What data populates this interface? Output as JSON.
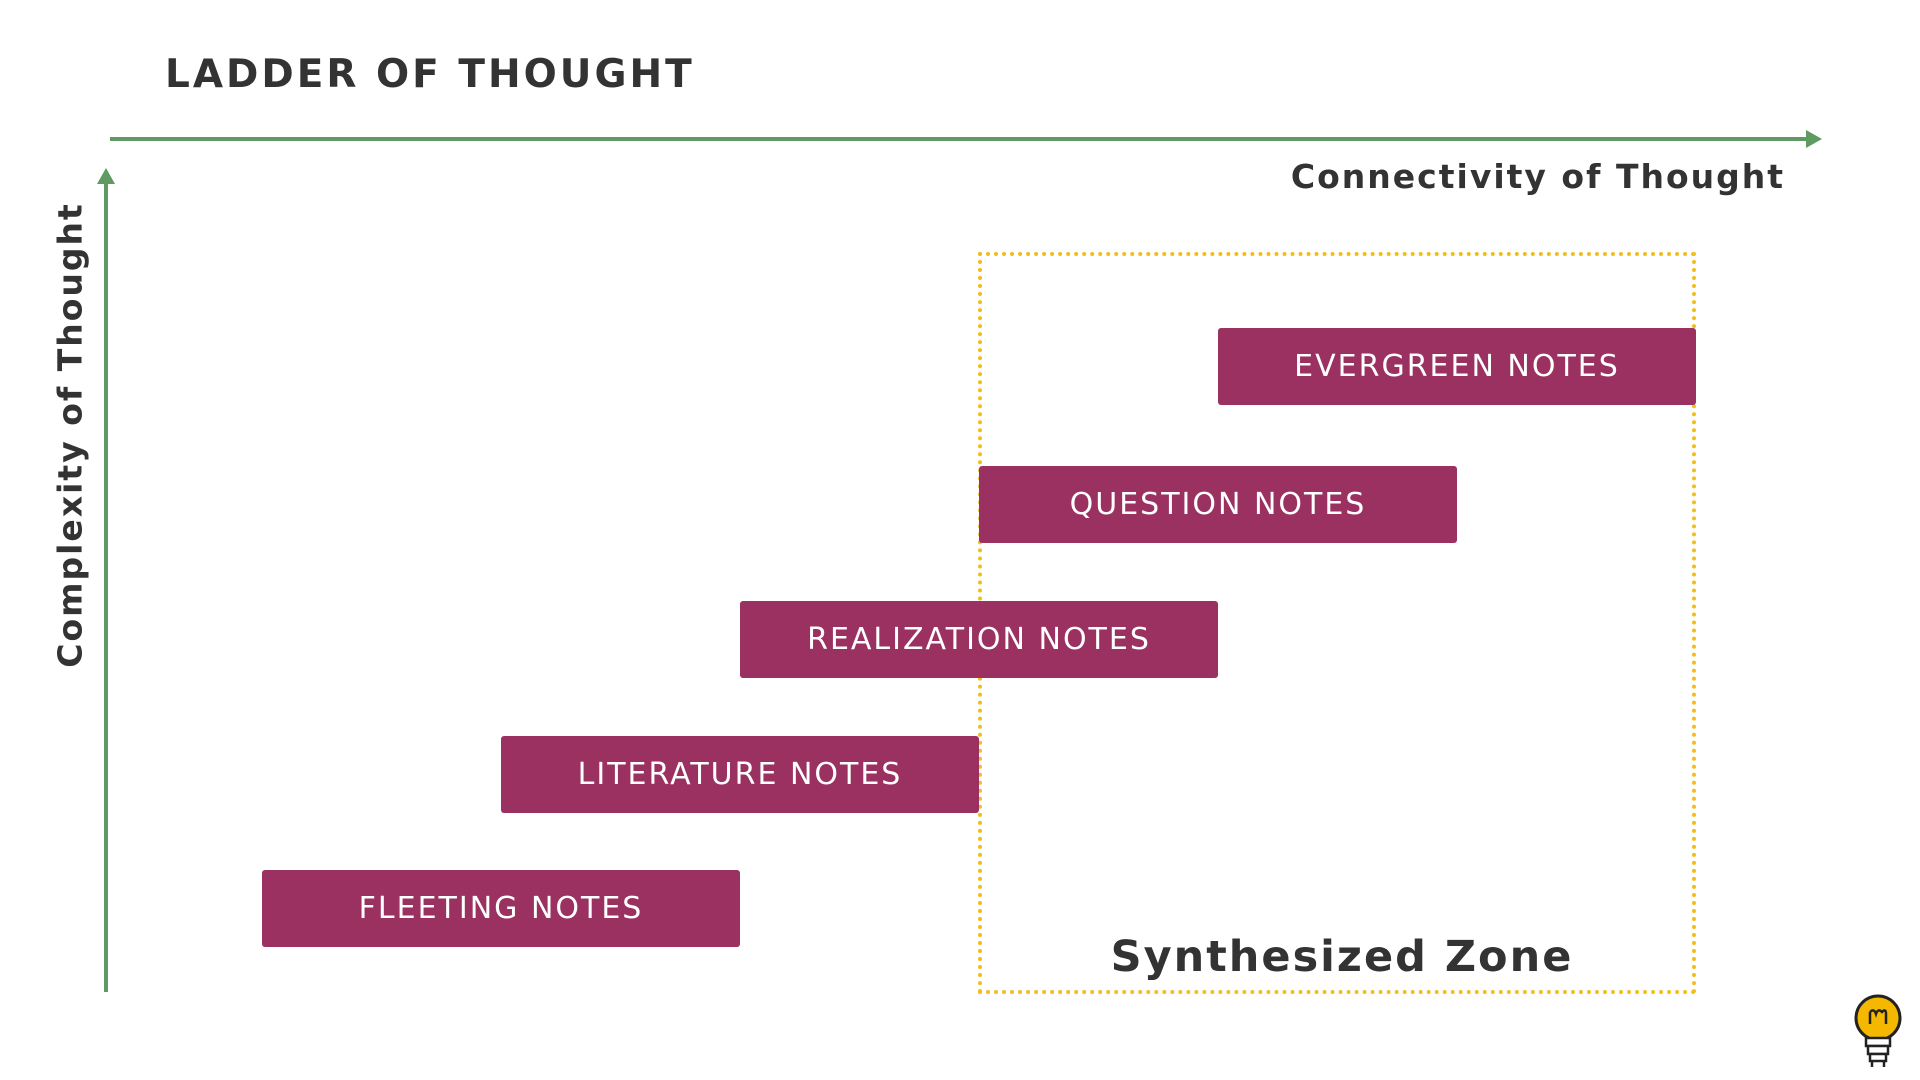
{
  "title": "LADDER OF THOUGHT",
  "x_axis_label": "Connectivity of Thought",
  "y_axis_label": "Complexity of Thought",
  "zone_label": "Synthesized Zone",
  "notes": [
    {
      "label": "FLEETING NOTES"
    },
    {
      "label": "LITERATURE NOTES"
    },
    {
      "label": "REALIZATION NOTES"
    },
    {
      "label": "QUESTION NOTES"
    },
    {
      "label": "EVERGREEN NOTES"
    }
  ],
  "colors": {
    "axis": "#5e9a62",
    "note_fill": "#9a3161",
    "note_text": "#ffffff",
    "zone_border": "#f2bd1d",
    "text": "#333333"
  },
  "icons": {
    "logo": "lightbulb-icon"
  }
}
